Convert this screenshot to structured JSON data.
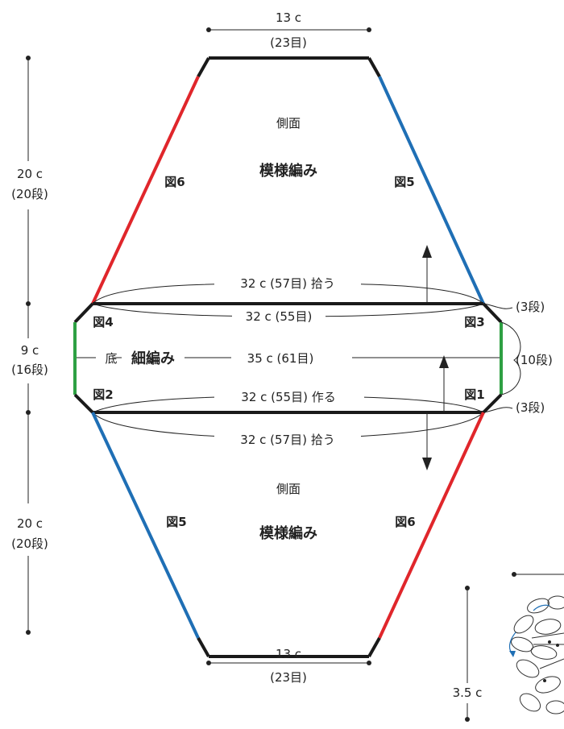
{
  "colors": {
    "outline": "#1a1a1a",
    "red": "#e0262b",
    "blue": "#1f6fb5",
    "green": "#2ea043"
  },
  "top": {
    "width_c": "13 c",
    "width_me": "(23目)",
    "panel_label": "側面",
    "stitch": "模様編み",
    "left_fig": "図6",
    "right_fig": "図5"
  },
  "bottom": {
    "width_c": "13 c",
    "width_me": "(23目)",
    "panel_label": "側面",
    "stitch": "模様編み",
    "left_fig": "図5",
    "right_fig": "図6"
  },
  "left_dims": {
    "top_c": "20 c",
    "top_dan": "(20段)",
    "mid_c": "9 c",
    "mid_dan": "(16段)",
    "bot_c": "20 c",
    "bot_dan": "(20段)"
  },
  "base": {
    "pickup_top": "32 c (57目) 拾う",
    "top_edge": "32 c (55目)",
    "label": "底",
    "stitch": "細編み",
    "middle": "35 c (61目)",
    "bottom_edge": "32 c (55目) 作る",
    "pickup_bottom": "32 c (57目) 拾う",
    "fig_tl": "図4",
    "fig_tr": "図3",
    "fig_bl": "図2",
    "fig_br": "図1"
  },
  "right_dims": {
    "top": "(3段)",
    "middle": "(10段)",
    "bottom": "(3段)"
  },
  "flower": {
    "size": "3.5 c"
  }
}
